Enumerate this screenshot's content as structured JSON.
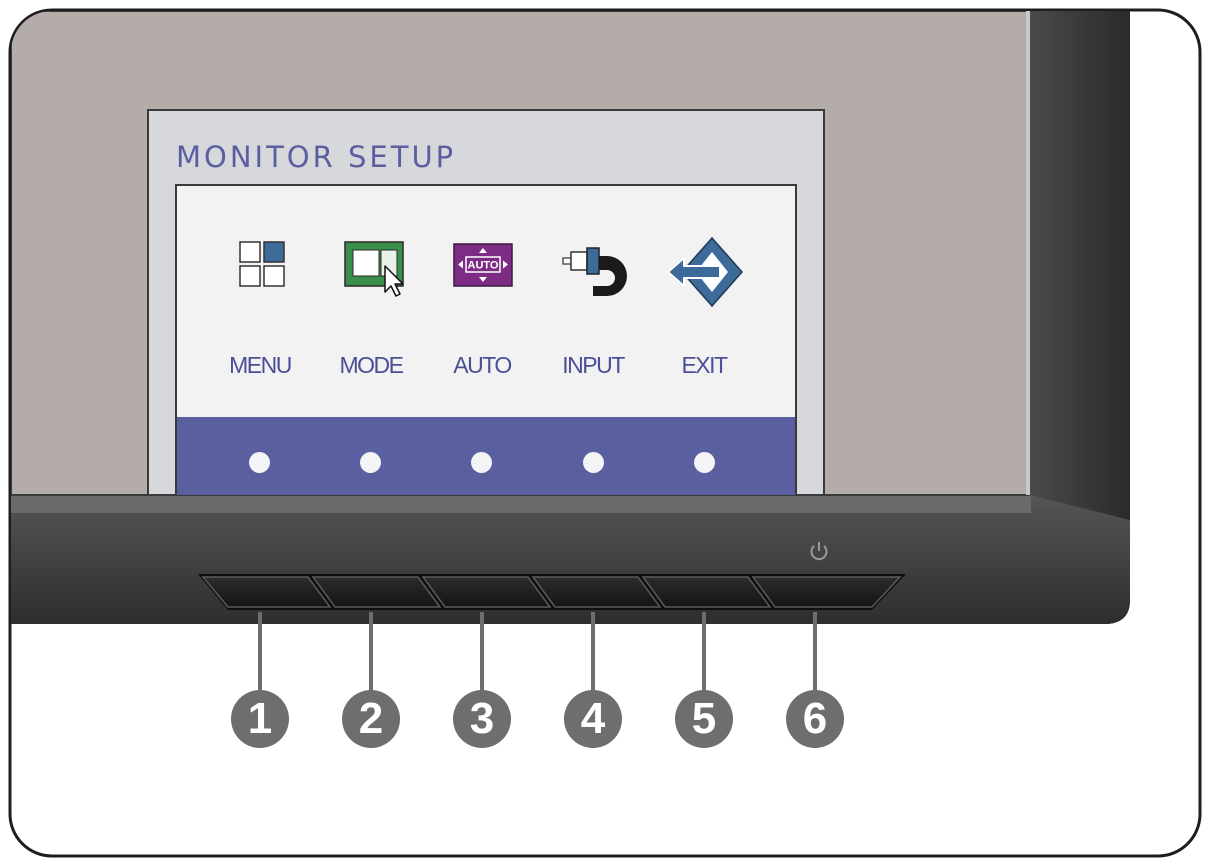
{
  "osd": {
    "title": "MONITOR SETUP",
    "items": [
      {
        "label": "MENU",
        "icon": "grid-menu-icon"
      },
      {
        "label": "MODE",
        "icon": "picture-mode-cursor-icon"
      },
      {
        "label": "AUTO",
        "icon": "auto-adjust-icon",
        "badge": "AUTO"
      },
      {
        "label": "INPUT",
        "icon": "input-connector-icon"
      },
      {
        "label": "EXIT",
        "icon": "exit-arrow-icon"
      }
    ]
  },
  "buttons": {
    "callouts": [
      "1",
      "2",
      "3",
      "4",
      "5",
      "6"
    ],
    "power_icon": "power-icon"
  },
  "colors": {
    "accent_blue": "#5a5fa0",
    "label_blue": "#4b4f96",
    "menu_square_blue": "#3c6b99",
    "mode_green": "#3a8f4a",
    "auto_purple": "#7d2c86",
    "bezel_dark": "#3a3a3a",
    "screen_taupe": "#b4aca8",
    "callout_gray": "#6e6e6e"
  }
}
